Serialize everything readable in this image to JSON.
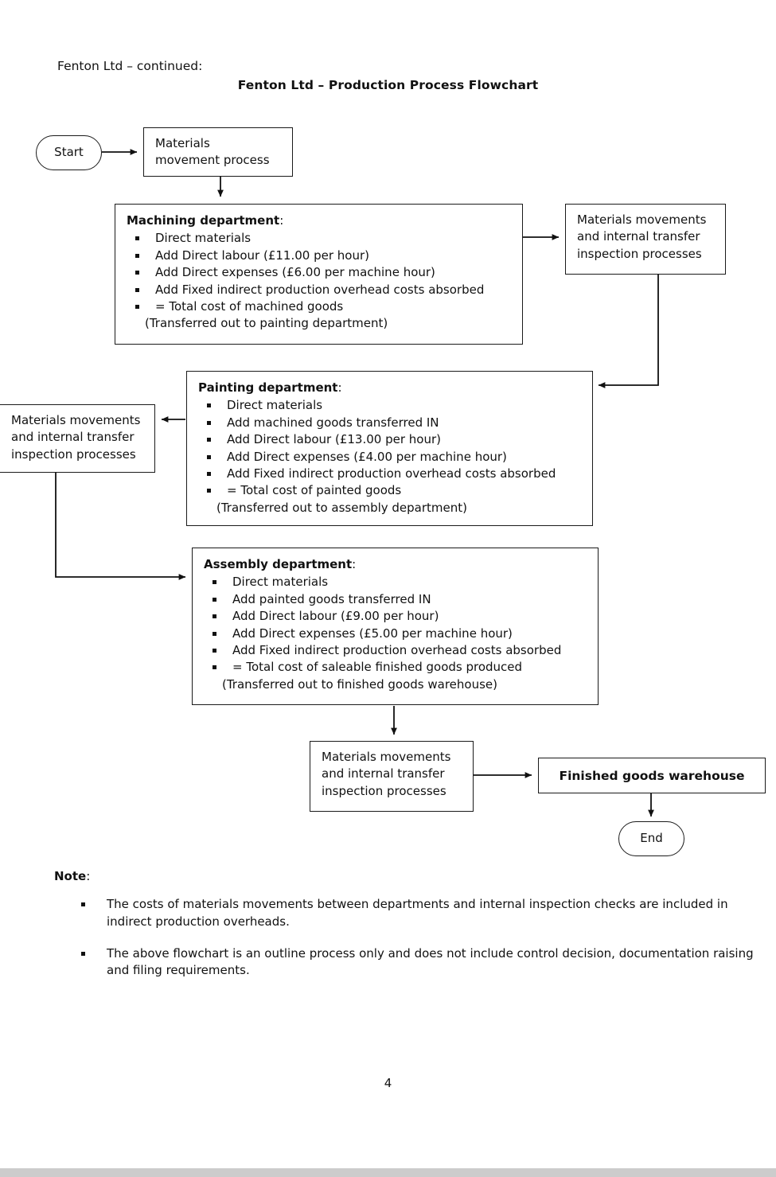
{
  "page": {
    "continued_label": "Fenton Ltd – continued:",
    "title": "Fenton Ltd – Production Process Flowchart",
    "page_number": "4",
    "colors": {
      "ink": "#111111",
      "border": "#1a1a1a",
      "background": "#ffffff",
      "bottom_bar": "#cccccc"
    }
  },
  "flowchart": {
    "start": {
      "label": "Start"
    },
    "end": {
      "label": "End"
    },
    "materials_movement_process": {
      "line1": "Materials",
      "line2": "movement process"
    },
    "inspection_right": {
      "line1": "Materials movements",
      "line2": "and internal transfer",
      "line3": "inspection processes"
    },
    "inspection_left": {
      "line1": "Materials movements",
      "line2": "and internal transfer",
      "line3": "inspection processes"
    },
    "inspection_bottom": {
      "line1": "Materials movements",
      "line2": "and internal transfer",
      "line3": "inspection processes"
    },
    "finished_goods_warehouse": {
      "label": "Finished goods warehouse"
    },
    "machining": {
      "title": "Machining department",
      "title_colon": ":",
      "items": [
        "Direct materials",
        "Add Direct labour (£11.00 per hour)",
        "Add Direct expenses (£6.00 per machine hour)",
        "Add Fixed indirect production overhead costs absorbed",
        "= Total cost of machined goods"
      ],
      "tail": "(Transferred out to painting department)"
    },
    "painting": {
      "title": "Painting department",
      "title_colon": ":",
      "items": [
        "Direct materials",
        "Add machined goods transferred IN",
        "Add Direct labour (£13.00 per hour)",
        "Add Direct expenses (£4.00 per machine hour)",
        "Add Fixed indirect production overhead costs absorbed",
        "= Total cost of painted goods"
      ],
      "tail": "(Transferred out to assembly department)"
    },
    "assembly": {
      "title": "Assembly department",
      "title_colon": ":",
      "items": [
        "Direct materials",
        "Add painted goods transferred IN",
        "Add Direct labour (£9.00 per hour)",
        "Add Direct expenses (£5.00 per machine hour)",
        "Add Fixed indirect production overhead costs absorbed",
        "= Total cost of saleable finished goods produced"
      ],
      "tail": "(Transferred out to finished goods warehouse)"
    }
  },
  "note": {
    "heading": "Note",
    "heading_colon": ":",
    "items": [
      "The costs of materials movements between departments and internal inspection checks are included in indirect production overheads.",
      "The above flowchart is an outline process only and does not include control decision, documentation raising and filing requirements."
    ]
  }
}
